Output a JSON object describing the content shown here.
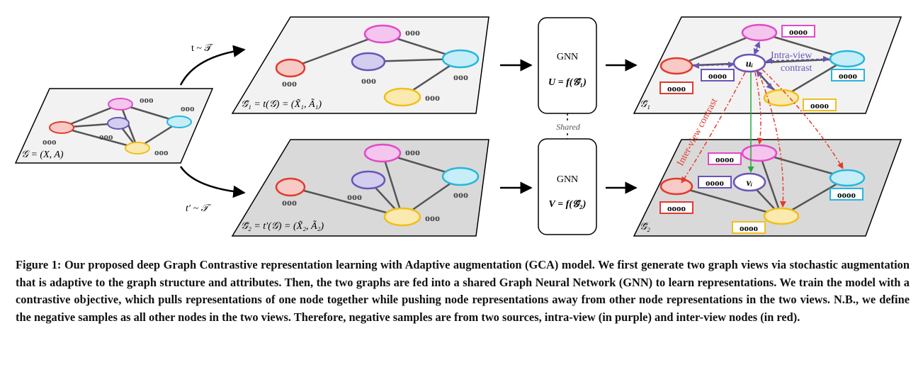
{
  "figure": {
    "input_graph_label": "𝒢 = (X, A)",
    "aug_top_label": "t ~ 𝒯",
    "aug_bottom_label": "t′ ~ 𝒯",
    "view1_label": "𝒢̃₁ = t(𝒢) = (X̃₁, Ã₁)",
    "view2_label": "𝒢̃₂ = t′(𝒢) = (X̃₂, Ã₂)",
    "gnn_title_top": "GNN",
    "gnn_formula_top": "U = f(𝒢̃₁)",
    "gnn_title_bottom": "GNN",
    "gnn_formula_bottom": "V = f(𝒢̃₂)",
    "shared_label": "Shared",
    "out1_label": "𝒢̃₁",
    "out2_label": "𝒢̃₂",
    "node_u": "uᵢ",
    "node_v": "vᵢ",
    "intra_view_line1": "Intra-view",
    "intra_view_line2": "contrast",
    "inter_view_label": "Inter-view contrast",
    "feature_small": "ooo",
    "feature_large": "oooo"
  },
  "colors": {
    "pink": "#e24ac6",
    "purple": "#6a54b8",
    "cyan": "#26b6dc",
    "red": "#e23a2c",
    "yellow": "#f0bf1a",
    "intra": "#6a54b8",
    "inter": "#e23a2c",
    "positive": "#2aa63a"
  },
  "caption": {
    "figure_number": "Figure 1:",
    "text": "Our proposed deep Graph Contrastive representation learning with Adaptive augmentation (GCA) model. We first generate two graph views via stochastic augmentation that is adaptive to the graph structure and attributes. Then, the two graphs are fed into a shared Graph Neural Network (GNN) to learn representations. We train the model with a contrastive objective, which pulls representations of one node together while pushing node representations away from other node representations in the two views. N.B., we define the negative samples as all other nodes in the two views. Therefore, negative samples are from two sources, intra-view (in purple) and inter-view nodes (in red)."
  }
}
